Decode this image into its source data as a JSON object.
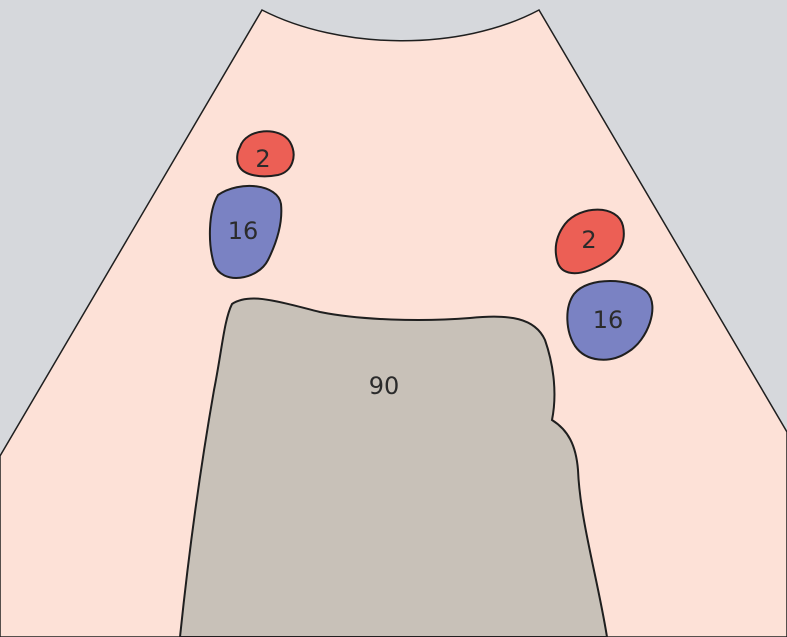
{
  "colors": {
    "background": "#d6d8dc",
    "sector": "#fde1d7",
    "red_region": "#ec5f55",
    "blue_region": "#7a82c3",
    "gray_region": "#c8c1b8",
    "outline": "#1f1f1f"
  },
  "labels": {
    "left_red": "2",
    "left_blue": "16",
    "right_red": "2",
    "right_blue": "16",
    "center_gray": "90"
  }
}
